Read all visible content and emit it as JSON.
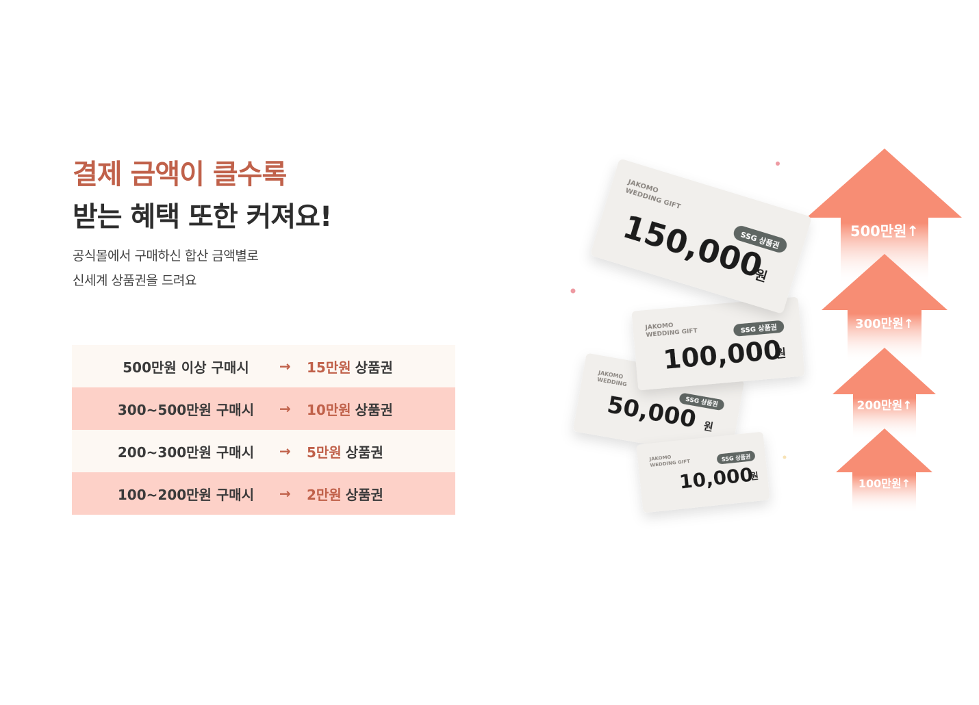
{
  "headline": {
    "line1": "결제 금액이 클수록",
    "line2": "받는 혜택 또한 커져요!"
  },
  "description": {
    "line1": "공식몰에서 구매하신 합산 금액별로",
    "line2": "신세계 상품권을 드려요"
  },
  "tiers": [
    {
      "condition": "500만원 이상 구매시",
      "arrow": "→",
      "amount": "15만원",
      "reward": "상품권"
    },
    {
      "condition": "300~500만원 구매시",
      "arrow": "→",
      "amount": "10만원",
      "reward": "상품권"
    },
    {
      "condition": "200~300만원 구매시",
      "arrow": "→",
      "amount": "5만원",
      "reward": "상품권"
    },
    {
      "condition": "100~200만원 구매시",
      "arrow": "→",
      "amount": "2만원",
      "reward": "상품권"
    }
  ],
  "gift_cards": [
    {
      "brand1": "JAKOMO",
      "brand2": "WEDDING GIFT",
      "badge": "SSG 상품권",
      "amount": "150,000",
      "unit": "원"
    },
    {
      "brand1": "JAKOMO",
      "brand2": "WEDDING GIFT",
      "badge": "SSG 상품권",
      "amount": "100,000",
      "unit": "원"
    },
    {
      "brand1": "JAKOMO",
      "brand2": "WEDDING",
      "badge": "SSG 상품권",
      "amount": "50,000",
      "unit": "원"
    },
    {
      "brand1": "JAKOMO",
      "brand2": "WEDDING GIFT",
      "badge": "SSG 상품권",
      "amount": "10,000",
      "unit": "원"
    }
  ],
  "arrows": [
    {
      "label": "500만원↑"
    },
    {
      "label": "300만원↑"
    },
    {
      "label": "200만원↑"
    },
    {
      "label": "100만원↑"
    }
  ],
  "colors": {
    "accent": "#c0614a",
    "row_pink": "#fdd1c8",
    "row_light": "#fdf8f3",
    "arrow": "#f78d74",
    "badge": "#5f6663"
  }
}
